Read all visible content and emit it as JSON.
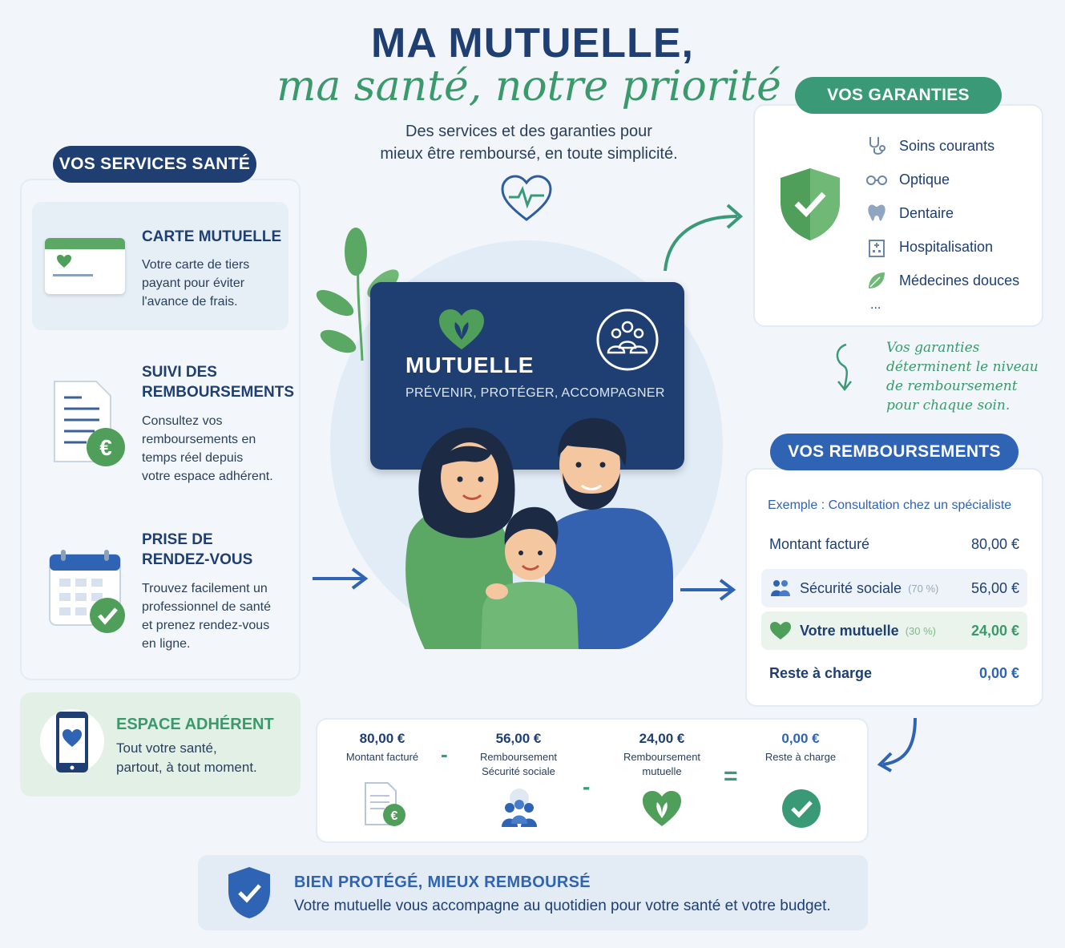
{
  "header": {
    "title": "MA MUTUELLE,",
    "tagline": "ma santé, notre priorité",
    "subtitle_line1": "Des services et des garanties pour",
    "subtitle_line2": "mieux être remboursé, en toute simplicité."
  },
  "services": {
    "label": "VOS SERVICES SANTÉ",
    "items": [
      {
        "title": "CARTE MUTUELLE",
        "text": [
          "Votre carte de tiers",
          "payant pour éviter",
          "l'avance de frais."
        ]
      },
      {
        "title_line1": "SUIVI DES",
        "title_line2": "REMBOURSEMENTS",
        "text": [
          "Consultez vos",
          "remboursements en",
          "temps réel depuis",
          "votre espace adhérent."
        ]
      },
      {
        "title_line1": "PRISE DE",
        "title_line2": "RENDEZ-VOUS",
        "text": [
          "Trouvez facilement un",
          "professionnel de santé",
          "et prenez rendez-vous",
          "en ligne."
        ]
      }
    ],
    "espace": {
      "title": "ESPACE ADHÉRENT",
      "text_line1": "Tout votre santé,",
      "text_line2": "partout, à tout moment."
    }
  },
  "center_card": {
    "title": "MUTUELLE",
    "subtitle": "PRÉVENIR, PROTÉGER, ACCOMPAGNER"
  },
  "garanties": {
    "label": "VOS GARANTIES",
    "items": [
      "Soins courants",
      "Optique",
      "Dentaire",
      "Hospitalisation",
      "Médecines douces",
      "..."
    ],
    "note": [
      "Vos garanties",
      "déterminent le niveau",
      "de remboursement",
      "pour chaque soin."
    ]
  },
  "remboursements": {
    "label": "VOS REMBOURSEMENTS",
    "example": "Exemple : Consultation chez un spécialiste",
    "rows": [
      {
        "label": "Montant facturé",
        "pct": "",
        "amount": "80,00 €"
      },
      {
        "label": "Sécurité sociale",
        "pct": "(70 %)",
        "amount": "56,00 €"
      },
      {
        "label": "Votre mutuelle",
        "pct": "(30 %)",
        "amount": "24,00 €"
      },
      {
        "label": "Reste à charge",
        "pct": "",
        "amount": "0,00 €"
      }
    ]
  },
  "calc": [
    {
      "amount": "80,00 €",
      "label": [
        "Montant facturé"
      ]
    },
    {
      "amount": "56,00 €",
      "label": [
        "Remboursement",
        "Sécurité sociale"
      ]
    },
    {
      "amount": "24,00 €",
      "label": [
        "Remboursement",
        "mutuelle"
      ]
    },
    {
      "amount": "0,00 €",
      "label": [
        "Reste à charge"
      ]
    }
  ],
  "operators": [
    "-",
    "-",
    "="
  ],
  "footer": {
    "title": "BIEN PROTÉGÉ, MIEUX REMBOURSÉ",
    "text": "Votre mutuelle vous accompagne au quotidien pour votre santé et votre budget."
  },
  "colors": {
    "navy": "#1f3f72",
    "green": "#4f9f5b",
    "blue": "#2f63b4",
    "teal": "#3a9a78"
  }
}
